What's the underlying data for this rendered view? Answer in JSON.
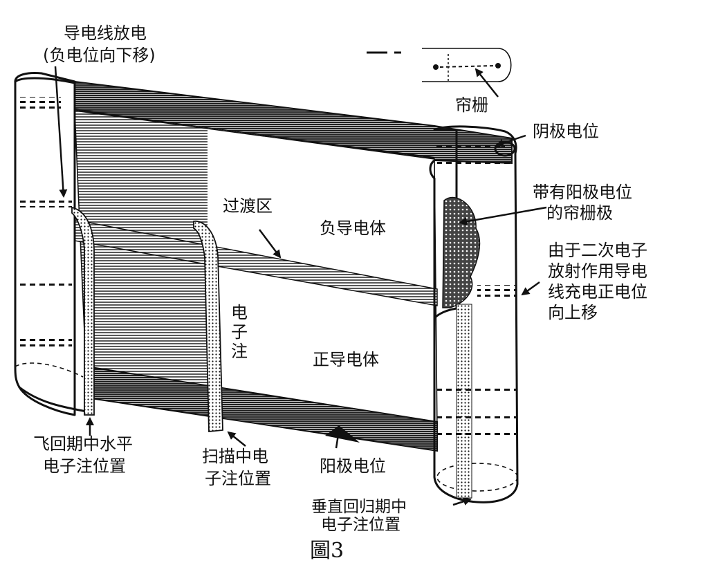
{
  "labels": {
    "top_left_1": "导电线放电",
    "top_left_2": "(负电位向下移)",
    "inset_grid": "帘栅",
    "cathode_top": "阴极电位",
    "grid_anode_1": "带有阳极电位",
    "grid_anode_2": "的帘栅极",
    "transition": "过渡区",
    "negative_conductor": "负导电体",
    "positive_conductor": "正导电体",
    "secondary_1": "由于二次电子",
    "secondary_2": "放射作用导电",
    "secondary_3": "线充电正电位",
    "secondary_4": "向上移",
    "beam_char_1": "电",
    "beam_char_2": "子",
    "beam_char_3": "注",
    "flyback_h_1": "飞回期中水平",
    "flyback_h_2": "电子注位置",
    "scan_1": "扫描中电",
    "scan_2": "子注位置",
    "cathode_bottom": "阳极电位",
    "flyback_v_1": "垂直回归期中",
    "flyback_v_2": "电子注位置",
    "figure_caption": "圖3"
  },
  "colors": {
    "ink": "#111111",
    "paper": "#ffffff"
  }
}
